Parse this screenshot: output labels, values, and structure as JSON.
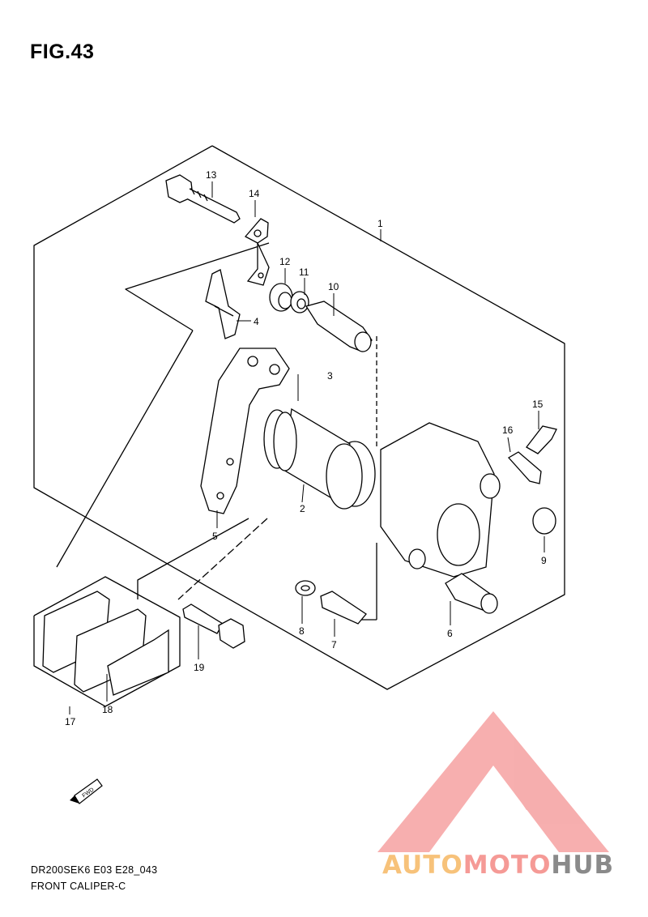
{
  "figure": {
    "title": "FIG.43"
  },
  "parts": [
    {
      "ref": "1"
    },
    {
      "ref": "2"
    },
    {
      "ref": "3"
    },
    {
      "ref": "4"
    },
    {
      "ref": "5"
    },
    {
      "ref": "6"
    },
    {
      "ref": "7"
    },
    {
      "ref": "8"
    },
    {
      "ref": "9"
    },
    {
      "ref": "10"
    },
    {
      "ref": "11"
    },
    {
      "ref": "12"
    },
    {
      "ref": "13"
    },
    {
      "ref": "14"
    },
    {
      "ref": "15"
    },
    {
      "ref": "16"
    },
    {
      "ref": "17"
    },
    {
      "ref": "18"
    },
    {
      "ref": "19"
    }
  ],
  "fwd_marker": "FWD",
  "footer": {
    "model_code": "DR200SEK6 E03 E28_043",
    "section": "FRONT CALIPER-C"
  },
  "watermark": {
    "brand_part1": "AUTO",
    "brand_part2": "MOTO",
    "brand_part3": "HUB",
    "colors": {
      "auto": "#f7c27a",
      "moto": "#f59a96",
      "hub": "#8a8a8a",
      "triangle": "#f08c8c"
    }
  }
}
